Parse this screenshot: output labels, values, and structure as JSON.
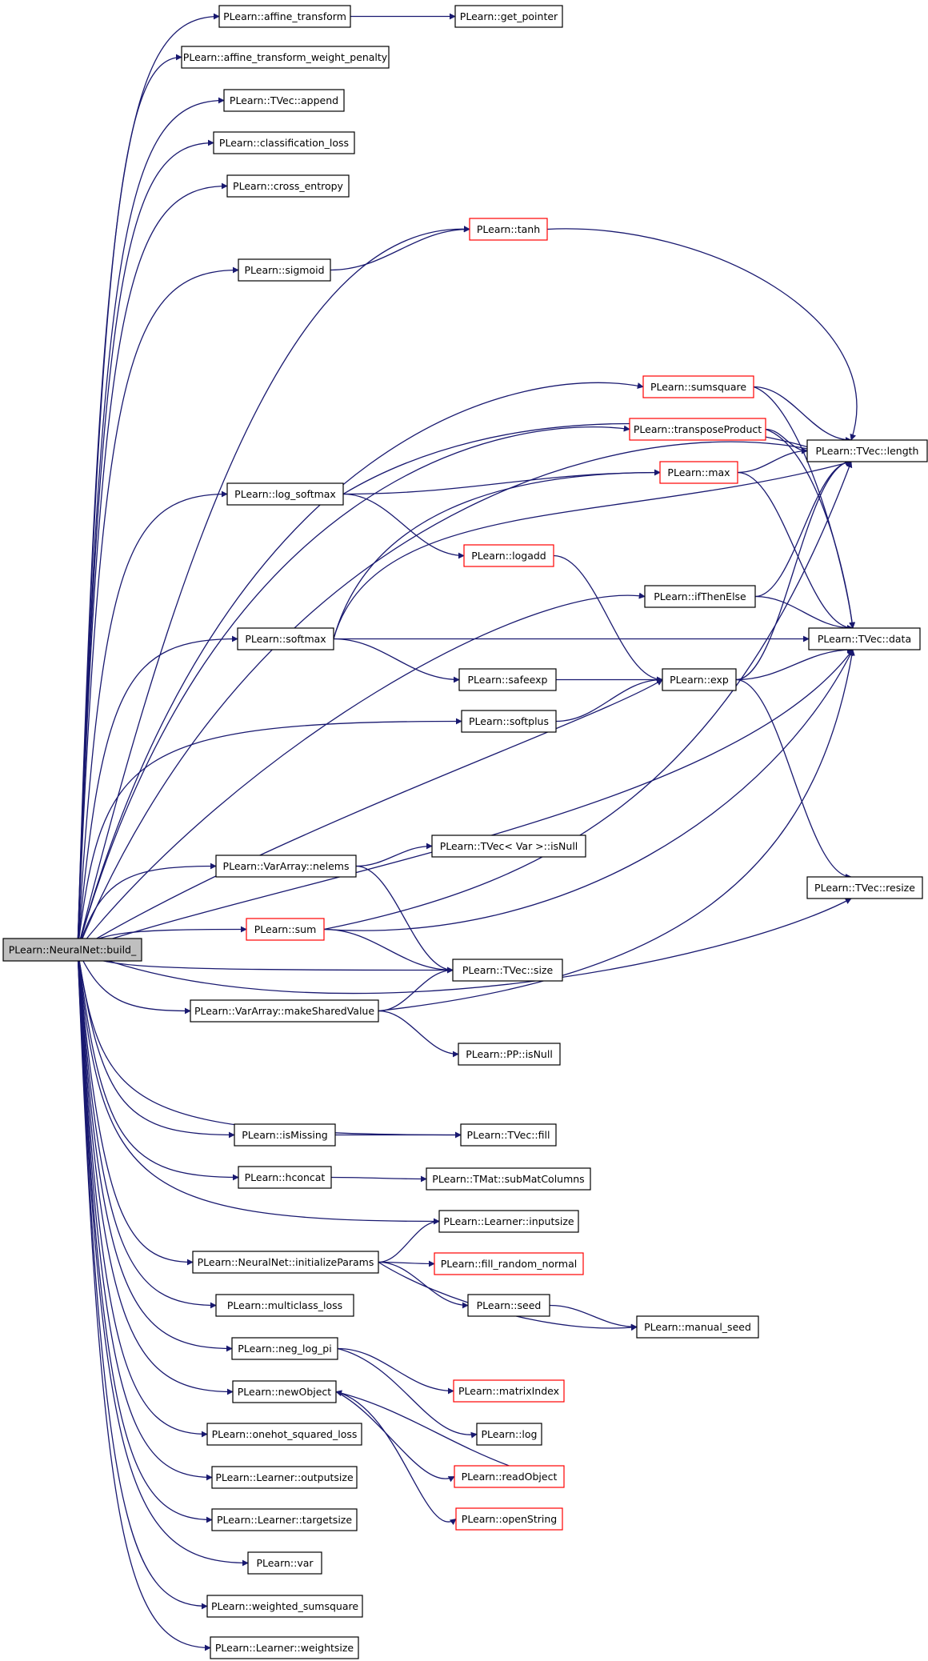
{
  "colors": {
    "edge": "#191970",
    "node_border": "#000000",
    "truncated_border": "#ff0000",
    "root_fill": "#bfbfbf",
    "node_fill": "#ffffff",
    "text": "#000000"
  },
  "nodes": [
    {
      "id": "root",
      "label": "PLearn::NeuralNet::build_",
      "kind": "root"
    },
    {
      "id": "affine_transform",
      "label": "PLearn::affine_transform",
      "kind": "normal"
    },
    {
      "id": "get_pointer",
      "label": "PLearn::get_pointer",
      "kind": "normal"
    },
    {
      "id": "atwp",
      "label": "PLearn::affine_transform_weight_penalty",
      "kind": "normal"
    },
    {
      "id": "append",
      "label": "PLearn::TVec::append",
      "kind": "normal"
    },
    {
      "id": "classification_loss",
      "label": "PLearn::classification_loss",
      "kind": "normal"
    },
    {
      "id": "cross_entropy",
      "label": "PLearn::cross_entropy",
      "kind": "normal"
    },
    {
      "id": "tanh",
      "label": "PLearn::tanh",
      "kind": "truncated"
    },
    {
      "id": "sigmoid",
      "label": "PLearn::sigmoid",
      "kind": "normal"
    },
    {
      "id": "sumsquare",
      "label": "PLearn::sumsquare",
      "kind": "truncated"
    },
    {
      "id": "transposeProduct",
      "label": "PLearn::transposeProduct",
      "kind": "truncated"
    },
    {
      "id": "length",
      "label": "PLearn::TVec::length",
      "kind": "normal"
    },
    {
      "id": "max",
      "label": "PLearn::max",
      "kind": "truncated"
    },
    {
      "id": "log_softmax",
      "label": "PLearn::log_softmax",
      "kind": "normal"
    },
    {
      "id": "logadd",
      "label": "PLearn::logadd",
      "kind": "truncated"
    },
    {
      "id": "ifThenElse",
      "label": "PLearn::ifThenElse",
      "kind": "normal"
    },
    {
      "id": "softmax",
      "label": "PLearn::softmax",
      "kind": "normal"
    },
    {
      "id": "data",
      "label": "PLearn::TVec::data",
      "kind": "normal"
    },
    {
      "id": "safeexp",
      "label": "PLearn::safeexp",
      "kind": "normal"
    },
    {
      "id": "exp",
      "label": "PLearn::exp",
      "kind": "normal"
    },
    {
      "id": "softplus",
      "label": "PLearn::softplus",
      "kind": "normal"
    },
    {
      "id": "nelems",
      "label": "PLearn::VarArray::nelems",
      "kind": "normal"
    },
    {
      "id": "isNullVar",
      "label": "PLearn::TVec< Var >::isNull",
      "kind": "normal"
    },
    {
      "id": "resize",
      "label": "PLearn::TVec::resize",
      "kind": "normal"
    },
    {
      "id": "sum",
      "label": "PLearn::sum",
      "kind": "truncated"
    },
    {
      "id": "size",
      "label": "PLearn::TVec::size",
      "kind": "normal"
    },
    {
      "id": "makeSharedValue",
      "label": "PLearn::VarArray::makeSharedValue",
      "kind": "normal"
    },
    {
      "id": "ppIsNull",
      "label": "PLearn::PP::isNull",
      "kind": "normal"
    },
    {
      "id": "isMissing",
      "label": "PLearn::isMissing",
      "kind": "normal"
    },
    {
      "id": "fill",
      "label": "PLearn::TVec::fill",
      "kind": "normal"
    },
    {
      "id": "hconcat",
      "label": "PLearn::hconcat",
      "kind": "normal"
    },
    {
      "id": "subMatColumns",
      "label": "PLearn::TMat::subMatColumns",
      "kind": "normal"
    },
    {
      "id": "inputsize",
      "label": "PLearn::Learner::inputsize",
      "kind": "normal"
    },
    {
      "id": "initializeParams",
      "label": "PLearn::NeuralNet::initializeParams",
      "kind": "normal"
    },
    {
      "id": "fill_random_normal",
      "label": "PLearn::fill_random_normal",
      "kind": "truncated"
    },
    {
      "id": "multiclass_loss",
      "label": "PLearn::multiclass_loss",
      "kind": "normal"
    },
    {
      "id": "seed",
      "label": "PLearn::seed",
      "kind": "normal"
    },
    {
      "id": "manual_seed",
      "label": "PLearn::manual_seed",
      "kind": "normal"
    },
    {
      "id": "neg_log_pi",
      "label": "PLearn::neg_log_pi",
      "kind": "normal"
    },
    {
      "id": "matrixIndex",
      "label": "PLearn::matrixIndex",
      "kind": "truncated"
    },
    {
      "id": "newObject",
      "label": "PLearn::newObject",
      "kind": "normal"
    },
    {
      "id": "log",
      "label": "PLearn::log",
      "kind": "normal"
    },
    {
      "id": "onehot_squared_loss",
      "label": "PLearn::onehot_squared_loss",
      "kind": "normal"
    },
    {
      "id": "readObject",
      "label": "PLearn::readObject",
      "kind": "truncated"
    },
    {
      "id": "outputsize",
      "label": "PLearn::Learner::outputsize",
      "kind": "normal"
    },
    {
      "id": "openString",
      "label": "PLearn::openString",
      "kind": "truncated"
    },
    {
      "id": "targetsize",
      "label": "PLearn::Learner::targetsize",
      "kind": "normal"
    },
    {
      "id": "var",
      "label": "PLearn::var",
      "kind": "normal"
    },
    {
      "id": "weighted_sumsquare",
      "label": "PLearn::weighted_sumsquare",
      "kind": "normal"
    },
    {
      "id": "weightsize",
      "label": "PLearn::Learner::weightsize",
      "kind": "normal"
    }
  ],
  "edges": [
    [
      "root",
      "affine_transform"
    ],
    [
      "affine_transform",
      "get_pointer"
    ],
    [
      "root",
      "atwp"
    ],
    [
      "root",
      "append"
    ],
    [
      "root",
      "classification_loss"
    ],
    [
      "root",
      "cross_entropy"
    ],
    [
      "root",
      "tanh"
    ],
    [
      "root",
      "sigmoid"
    ],
    [
      "sigmoid",
      "tanh"
    ],
    [
      "tanh",
      "length"
    ],
    [
      "root",
      "length"
    ],
    [
      "root",
      "sumsquare"
    ],
    [
      "sumsquare",
      "length"
    ],
    [
      "sumsquare",
      "data"
    ],
    [
      "root",
      "transposeProduct"
    ],
    [
      "transposeProduct",
      "length"
    ],
    [
      "transposeProduct",
      "data"
    ],
    [
      "root",
      "log_softmax"
    ],
    [
      "log_softmax",
      "length"
    ],
    [
      "log_softmax",
      "max"
    ],
    [
      "log_softmax",
      "logadd"
    ],
    [
      "max",
      "length"
    ],
    [
      "max",
      "data"
    ],
    [
      "logadd",
      "exp"
    ],
    [
      "root",
      "ifThenElse"
    ],
    [
      "ifThenElse",
      "length"
    ],
    [
      "ifThenElse",
      "data"
    ],
    [
      "root",
      "softmax"
    ],
    [
      "softmax",
      "max"
    ],
    [
      "softmax",
      "length"
    ],
    [
      "softmax",
      "data"
    ],
    [
      "softmax",
      "safeexp"
    ],
    [
      "safeexp",
      "exp"
    ],
    [
      "exp",
      "length"
    ],
    [
      "exp",
      "data"
    ],
    [
      "exp",
      "resize"
    ],
    [
      "root",
      "softplus"
    ],
    [
      "softplus",
      "exp"
    ],
    [
      "root",
      "exp"
    ],
    [
      "root",
      "data"
    ],
    [
      "root",
      "nelems"
    ],
    [
      "nelems",
      "isNullVar"
    ],
    [
      "nelems",
      "size"
    ],
    [
      "root",
      "sum"
    ],
    [
      "sum",
      "length"
    ],
    [
      "sum",
      "data"
    ],
    [
      "sum",
      "size"
    ],
    [
      "root",
      "size"
    ],
    [
      "root",
      "makeSharedValue"
    ],
    [
      "makeSharedValue",
      "size"
    ],
    [
      "makeSharedValue",
      "data"
    ],
    [
      "makeSharedValue",
      "ppIsNull"
    ],
    [
      "root",
      "resize"
    ],
    [
      "root",
      "fill"
    ],
    [
      "root",
      "isMissing"
    ],
    [
      "isMissing",
      "fill"
    ],
    [
      "root",
      "hconcat"
    ],
    [
      "hconcat",
      "subMatColumns"
    ],
    [
      "root",
      "inputsize"
    ],
    [
      "root",
      "initializeParams"
    ],
    [
      "initializeParams",
      "inputsize"
    ],
    [
      "initializeParams",
      "fill_random_normal"
    ],
    [
      "initializeParams",
      "seed"
    ],
    [
      "initializeParams",
      "manual_seed"
    ],
    [
      "seed",
      "manual_seed"
    ],
    [
      "root",
      "multiclass_loss"
    ],
    [
      "root",
      "neg_log_pi"
    ],
    [
      "neg_log_pi",
      "matrixIndex"
    ],
    [
      "neg_log_pi",
      "log"
    ],
    [
      "root",
      "newObject"
    ],
    [
      "newObject",
      "readObject"
    ],
    [
      "newObject",
      "openString"
    ],
    [
      "readObject",
      "newObject"
    ],
    [
      "root",
      "onehot_squared_loss"
    ],
    [
      "root",
      "outputsize"
    ],
    [
      "root",
      "targetsize"
    ],
    [
      "root",
      "var"
    ],
    [
      "root",
      "weighted_sumsquare"
    ],
    [
      "root",
      "weightsize"
    ]
  ]
}
